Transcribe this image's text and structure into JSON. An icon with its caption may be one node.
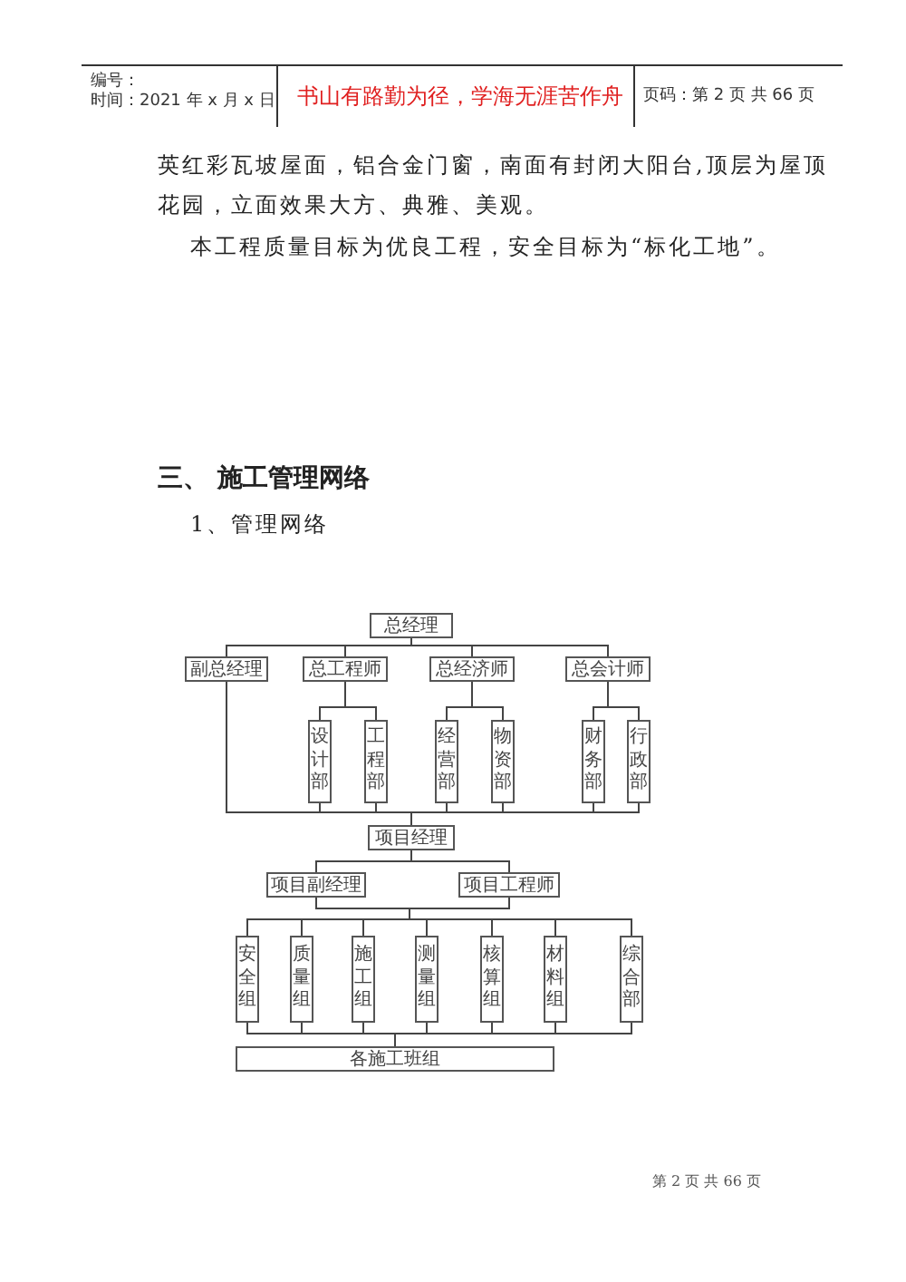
{
  "diagram": {
    "nodes": [
      {
        "text": [
          "总经理"
        ]
      },
      {
        "text": [
          "副总经理"
        ]
      },
      {
        "text": [
          "总工程师"
        ]
      },
      {
        "text": [
          "总经济师"
        ]
      },
      {
        "text": [
          "总会计师"
        ]
      },
      {
        "text": [
          "设计部"
        ]
      },
      {
        "text": [
          "工程部"
        ]
      },
      {
        "text": [
          "经营部"
        ]
      },
      {
        "text": [
          "物资部"
        ]
      },
      {
        "text": [
          "财务部"
        ]
      },
      {
        "text": [
          "行政部"
        ]
      },
      {
        "text": [
          "项目经理"
        ]
      },
      {
        "text": [
          "项目副经理"
        ]
      },
      {
        "text": [
          "项目工程师"
        ]
      },
      {
        "text": [
          "安全组"
        ]
      },
      {
        "text": [
          "质量组"
        ]
      },
      {
        "text": [
          "施工组"
        ]
      },
      {
        "text": [
          "测量组"
        ]
      },
      {
        "text": [
          "核算组"
        ]
      },
      {
        "text": [
          "材料组"
        ]
      },
      {
        "text": [
          "综合部"
        ]
      },
      {
        "text": [
          "各施工班组"
        ]
      }
    ],
    "edges": [
      {
        "from": 0,
        "to": 1,
        "arrow": "none"
      },
      {
        "from": 0,
        "to": 2,
        "arrow": "none"
      },
      {
        "from": 0,
        "to": 3,
        "arrow": "none"
      },
      {
        "from": 0,
        "to": 4,
        "arrow": "none"
      },
      {
        "from": 2,
        "to": 5,
        "arrow": "none"
      },
      {
        "from": 2,
        "to": 6,
        "arrow": "none"
      },
      {
        "from": 3,
        "to": 7,
        "arrow": "none"
      },
      {
        "from": 3,
        "to": 8,
        "arrow": "none"
      },
      {
        "from": 4,
        "to": 9,
        "arrow": "none"
      },
      {
        "from": 4,
        "to": 10,
        "arrow": "none"
      },
      {
        "from": 1,
        "to": 11,
        "arrow": "none"
      },
      {
        "from": 5,
        "to": 11,
        "arrow": "none"
      },
      {
        "from": 6,
        "to": 11,
        "arrow": "none"
      },
      {
        "from": 7,
        "to": 11,
        "arrow": "none"
      },
      {
        "from": 8,
        "to": 11,
        "arrow": "none"
      },
      {
        "from": 9,
        "to": 11,
        "arrow": "none"
      },
      {
        "from": 10,
        "to": 11,
        "arrow": "none"
      },
      {
        "from": 11,
        "to": 12,
        "arrow": "none"
      },
      {
        "from": 11,
        "to": 13,
        "arrow": "none"
      },
      {
        "from": 12,
        "to": 14,
        "arrow": "none"
      },
      {
        "from": 12,
        "to": 15,
        "arrow": "none"
      },
      {
        "from": 12,
        "to": 16,
        "arrow": "none"
      },
      {
        "from": 12,
        "to": 17,
        "arrow": "none"
      },
      {
        "from": 12,
        "to": 18,
        "arrow": "none"
      },
      {
        "from": 12,
        "to": 19,
        "arrow": "none"
      },
      {
        "from": 12,
        "to": 20,
        "arrow": "none"
      },
      {
        "from": 13,
        "to": 14,
        "arrow": "none"
      },
      {
        "from": 13,
        "to": 15,
        "arrow": "none"
      },
      {
        "from": 13,
        "to": 16,
        "arrow": "none"
      },
      {
        "from": 13,
        "to": 17,
        "arrow": "none"
      },
      {
        "from": 13,
        "to": 18,
        "arrow": "none"
      },
      {
        "from": 13,
        "to": 19,
        "arrow": "none"
      },
      {
        "from": 13,
        "to": 20,
        "arrow": "none"
      },
      {
        "from": 14,
        "to": 21,
        "arrow": "none"
      },
      {
        "from": 15,
        "to": 21,
        "arrow": "none"
      },
      {
        "from": 16,
        "to": 21,
        "arrow": "none"
      },
      {
        "from": 17,
        "to": 21,
        "arrow": "none"
      },
      {
        "from": 18,
        "to": 21,
        "arrow": "none"
      },
      {
        "from": 19,
        "to": 21,
        "arrow": "none"
      },
      {
        "from": 20,
        "to": 21,
        "arrow": "none"
      }
    ],
    "labels": [
      "编号：",
      "时间：2021 年 x 月 x 日",
      "书山有路勤为径，学海无涯苦作舟",
      "页码：第 2 页 共 66 页",
      "英红彩瓦坡屋面，铝合金门窗，南面有封闭大阳台,顶层为屋顶花园，立面效果大方、典雅、美观。",
      "本工程质量目标为优良工程，安全目标为“标化工地”。",
      "三、 施工管理网络",
      "1、管理网络",
      "第 2 页 共 66 页"
    ]
  }
}
